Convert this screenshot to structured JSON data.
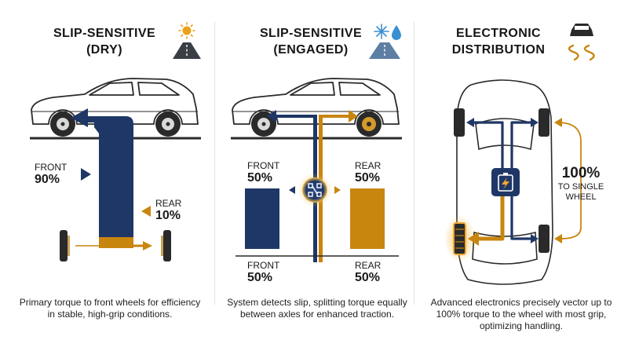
{
  "panels": [
    {
      "title_line1": "SLIP-SENSITIVE",
      "title_line2": "(DRY)",
      "front_label": "FRONT",
      "front_value": "90%",
      "rear_label": "REAR",
      "rear_value": "10%",
      "caption": "Primary torque to front wheels for efficiency in stable, high-grip conditions."
    },
    {
      "title_line1": "SLIP-SENSITIVE",
      "title_line2": "(ENGAGED)",
      "front_label_top": "FRONT",
      "front_value_top": "50%",
      "rear_label_top": "REAR",
      "rear_value_top": "50%",
      "front_label_bottom": "FRONT",
      "front_value_bottom": "50%",
      "rear_label_bottom": "REAR",
      "rear_value_bottom": "50%",
      "caption": "System detects slip, splitting torque equally between axles for enhanced traction."
    },
    {
      "title_line1": "ELECTRONIC",
      "title_line2": "DISTRIBUTION",
      "value": "100%",
      "value_label_line1": "TO SINGLE",
      "value_label_line2": "WHEEL",
      "caption": "Advanced electronics precisely vector up to 100% torque to the wheel with most grip, optimizing handling."
    }
  ],
  "torque_split": {
    "dry": {
      "front": 90,
      "rear": 10
    },
    "engaged": {
      "front": 50,
      "rear": 50
    },
    "electronic": {
      "single_wheel": 100
    }
  },
  "icons": [
    "sun-road-icon",
    "snow-drop-road-icon",
    "skidding-car-icon",
    "differential-icon",
    "battery-bolt-icon"
  ],
  "colors": {
    "front_navy": "#1f3766",
    "rear_orange": "#c8860f",
    "outline": "#2a2a2a",
    "sun": "#e9a21a",
    "ice_blue": "#3a8fd1"
  }
}
